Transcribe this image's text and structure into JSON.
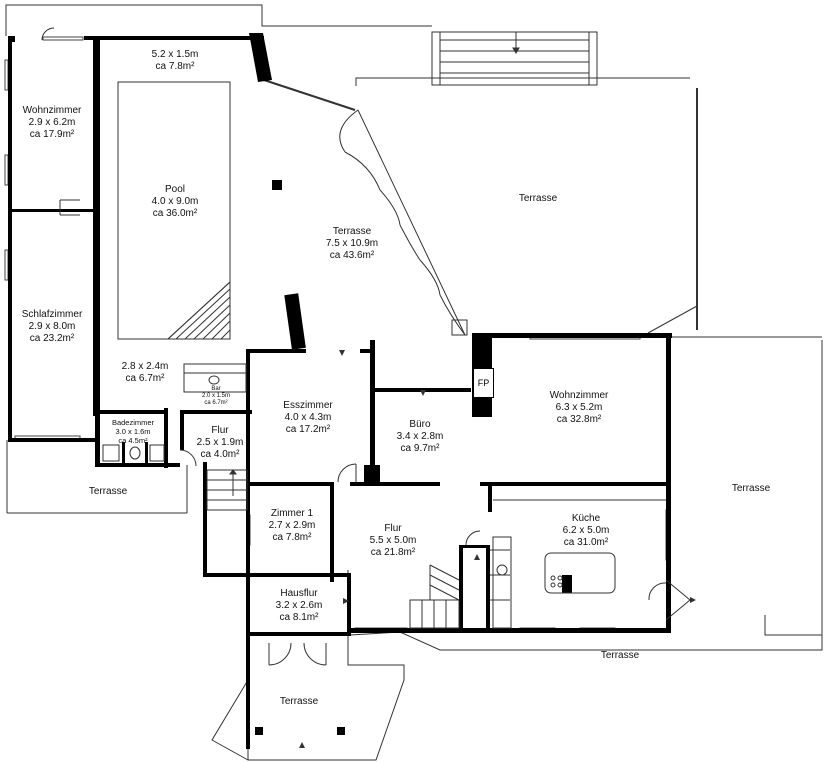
{
  "rooms": [
    {
      "id": "wohnzimmer-west",
      "name": "Wohnzimmer",
      "dims": "2.9 x 6.2m",
      "area": "ca 17.9m²"
    },
    {
      "id": "schlafzimmer",
      "name": "Schlafzimmer",
      "dims": "2.9 x 8.0m",
      "area": "ca 23.2m²"
    },
    {
      "id": "pool-top",
      "name": "",
      "dims": "5.2 x 1.5m",
      "area": "ca 7.8m²"
    },
    {
      "id": "pool",
      "name": "Pool",
      "dims": "4.0 x 9.0m",
      "area": "ca 36.0m²"
    },
    {
      "id": "pool-bottom",
      "name": "",
      "dims": "2.8 x 2.4m",
      "area": "ca 6.7m²"
    },
    {
      "id": "bar",
      "name": "Bar",
      "dims": "2.0 x 1.5m",
      "area": "ca 6.7m²"
    },
    {
      "id": "terrasse-center",
      "name": "Terrasse",
      "dims": "7.5 x 10.9m",
      "area": "ca 43.6m²"
    },
    {
      "id": "badezimmer",
      "name": "Badezimmer",
      "dims": "3.0 x 1.6m",
      "area": "ca 4.5m²"
    },
    {
      "id": "flur-small",
      "name": "Flur",
      "dims": "2.5 x 1.9m",
      "area": "ca 4.0m²"
    },
    {
      "id": "esszimmer",
      "name": "Esszimmer",
      "dims": "4.0 x 4.3m",
      "area": "ca 17.2m²"
    },
    {
      "id": "buero",
      "name": "Büro",
      "dims": "3.4 x 2.8m",
      "area": "ca 9.7m²"
    },
    {
      "id": "wohnzimmer-east",
      "name": "Wohnzimmer",
      "dims": "6.3 x 5.2m",
      "area": "ca 32.8m²"
    },
    {
      "id": "zimmer-1",
      "name": "Zimmer 1",
      "dims": "2.7 x 2.9m",
      "area": "ca 7.8m²"
    },
    {
      "id": "flur-main",
      "name": "Flur",
      "dims": "5.5 x 5.0m",
      "area": "ca 21.8m²"
    },
    {
      "id": "kueche",
      "name": "Küche",
      "dims": "6.2 x 5.0m",
      "area": "ca 31.0m²"
    },
    {
      "id": "hausflur",
      "name": "Hausflur",
      "dims": "3.2 x 2.6m",
      "area": "ca 8.1m²"
    }
  ],
  "terraces": [
    {
      "id": "terrasse-ne",
      "name": "Terrasse"
    },
    {
      "id": "terrasse-e",
      "name": "Terrasse"
    },
    {
      "id": "terrasse-sw",
      "name": "Terrasse"
    },
    {
      "id": "terrasse-s",
      "name": "Terrasse"
    },
    {
      "id": "terrasse-entry",
      "name": "Terrasse"
    }
  ],
  "fireplace": "FP",
  "colors": {
    "wall": "#000000",
    "line": "#333333",
    "background": "#ffffff"
  }
}
